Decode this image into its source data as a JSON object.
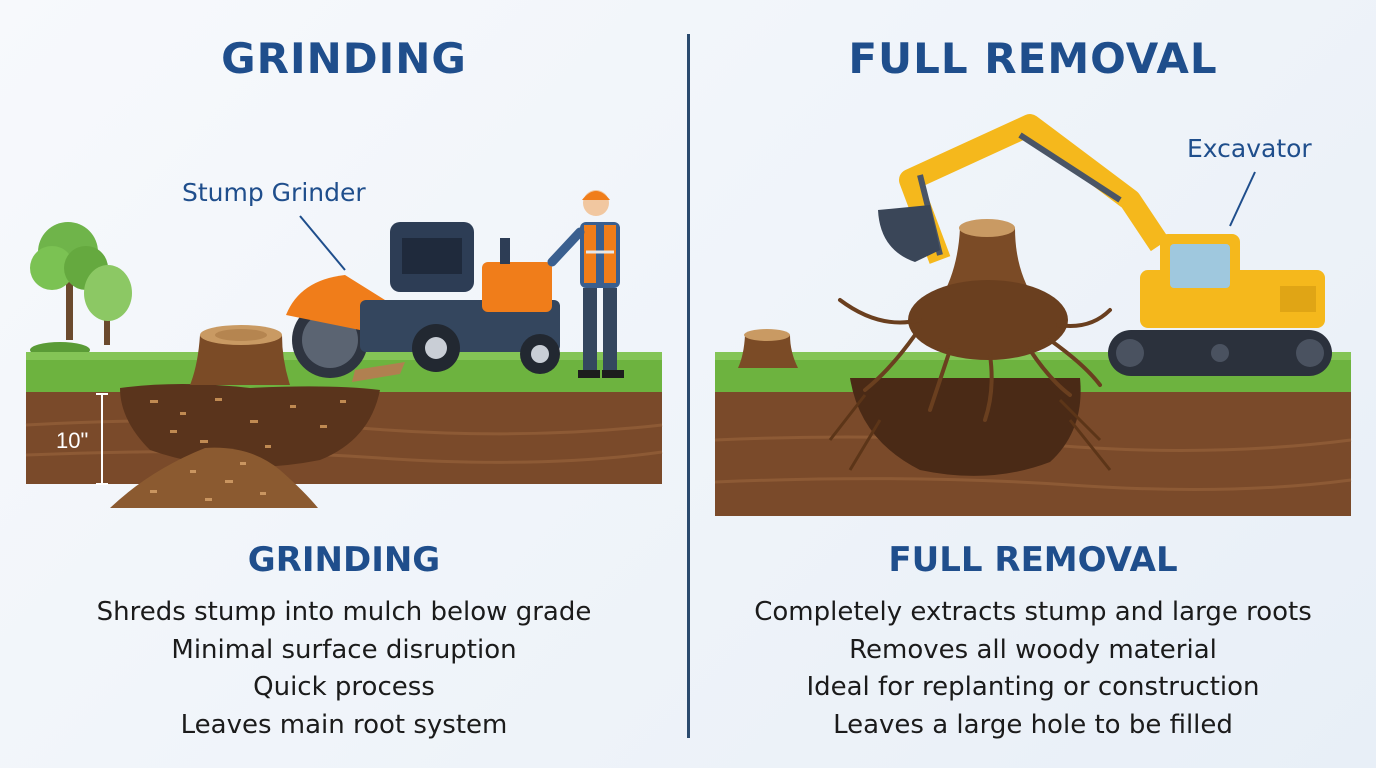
{
  "left": {
    "title": "GRINDING",
    "callout": "Stump Grinder",
    "depth_label": "10\"",
    "subtitle": "GRINDING",
    "bullets": [
      "Shreds stump into mulch below grade",
      "Minimal surface disruption",
      "Quick process",
      "Leaves main root system"
    ]
  },
  "right": {
    "title": "FULL REMOVAL",
    "callout": "Excavator",
    "subtitle": "FULL REMOVAL",
    "bullets": [
      "Completely extracts stump and large roots",
      "Removes all woody material",
      "Ideal for replanting or construction",
      "Leaves a large hole to be filled"
    ]
  },
  "colors": {
    "heading": "#1f4e8c",
    "grass": "#6db33f",
    "soil": "#7a4a2a",
    "machine_orange": "#f07d1a",
    "machine_yellow": "#f5b81c"
  }
}
